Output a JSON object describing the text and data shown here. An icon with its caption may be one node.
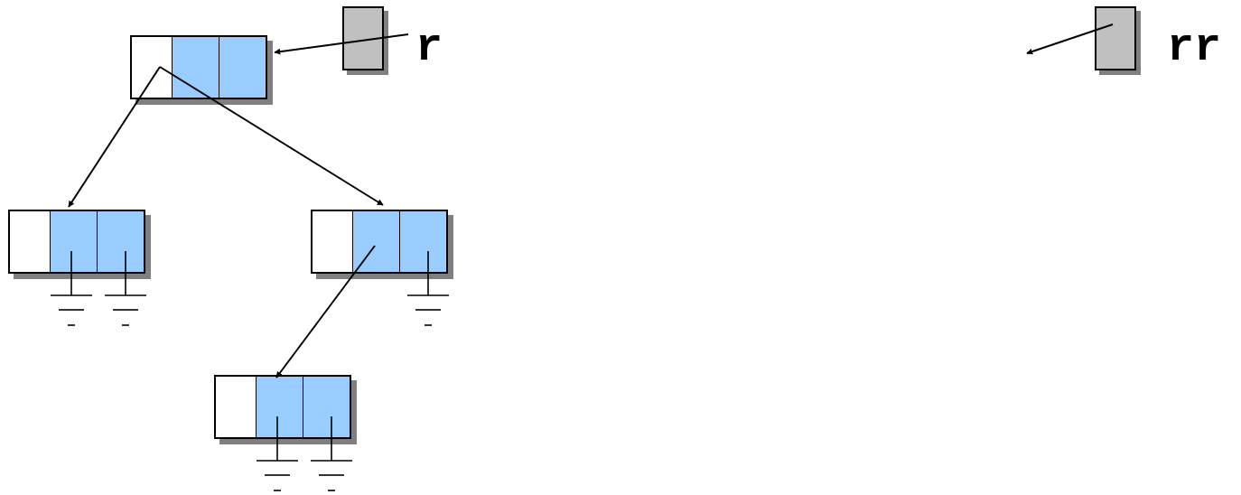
{
  "diagram": {
    "nodes": [
      {
        "text": [],
        "shape": "box"
      },
      {
        "text": [],
        "shape": "box"
      },
      {
        "text": [],
        "shape": "box"
      },
      {
        "text": [],
        "shape": "box"
      },
      {
        "text": [],
        "shape": "box",
        "beside": [
          "r"
        ]
      },
      {
        "text": [],
        "shape": "box",
        "beside": [
          "rr"
        ]
      }
    ],
    "edges": [
      {
        "from": 4,
        "to": 0,
        "arrow": "to"
      },
      {
        "from": 5,
        "to": null,
        "arrow": "to"
      },
      {
        "from": 0,
        "to": 1,
        "arrow": "to"
      },
      {
        "from": 0,
        "to": 2,
        "arrow": "to"
      },
      {
        "from": 2,
        "to": 3,
        "arrow": "to"
      }
    ]
  }
}
